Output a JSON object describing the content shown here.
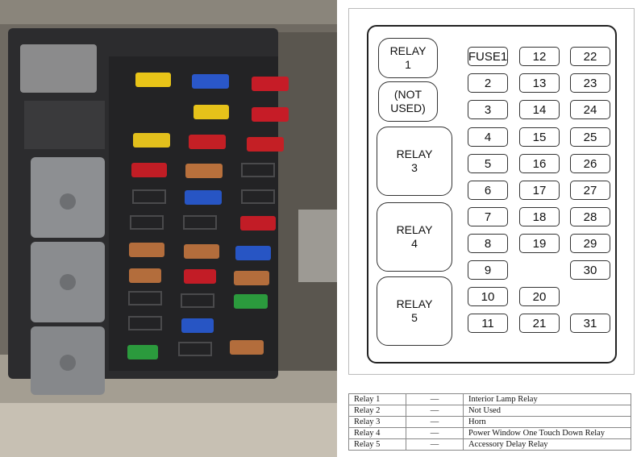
{
  "diagram": {
    "relays": [
      {
        "id": "relay-1",
        "label": "RELAY\n1"
      },
      {
        "id": "not-used",
        "label": "(NOT\nUSED)"
      },
      {
        "id": "relay-3",
        "label": "RELAY\n3"
      },
      {
        "id": "relay-4",
        "label": "RELAY\n4"
      },
      {
        "id": "relay-5",
        "label": "RELAY\n5"
      }
    ],
    "fuses": {
      "col1": [
        "FUSE1",
        "2",
        "3",
        "4",
        "5",
        "6",
        "7",
        "8",
        "9",
        "10",
        "11"
      ],
      "col2": [
        "12",
        "13",
        "14",
        "15",
        "16",
        "17",
        "18",
        "19",
        "20",
        "21"
      ],
      "col3": [
        "22",
        "23",
        "24",
        "25",
        "26",
        "27",
        "28",
        "29",
        "30",
        "31"
      ]
    }
  },
  "legend": {
    "rows": [
      {
        "relay": "Relay 1",
        "dash": "—",
        "desc": "Interior Lamp Relay"
      },
      {
        "relay": "Relay 2",
        "dash": "—",
        "desc": "Not Used"
      },
      {
        "relay": "Relay 3",
        "dash": "—",
        "desc": "Horn"
      },
      {
        "relay": "Relay 4",
        "dash": "—",
        "desc": "Power Window One Touch Down Relay"
      },
      {
        "relay": "Relay 5",
        "dash": "—",
        "desc": "Accessory Delay Relay"
      }
    ]
  }
}
